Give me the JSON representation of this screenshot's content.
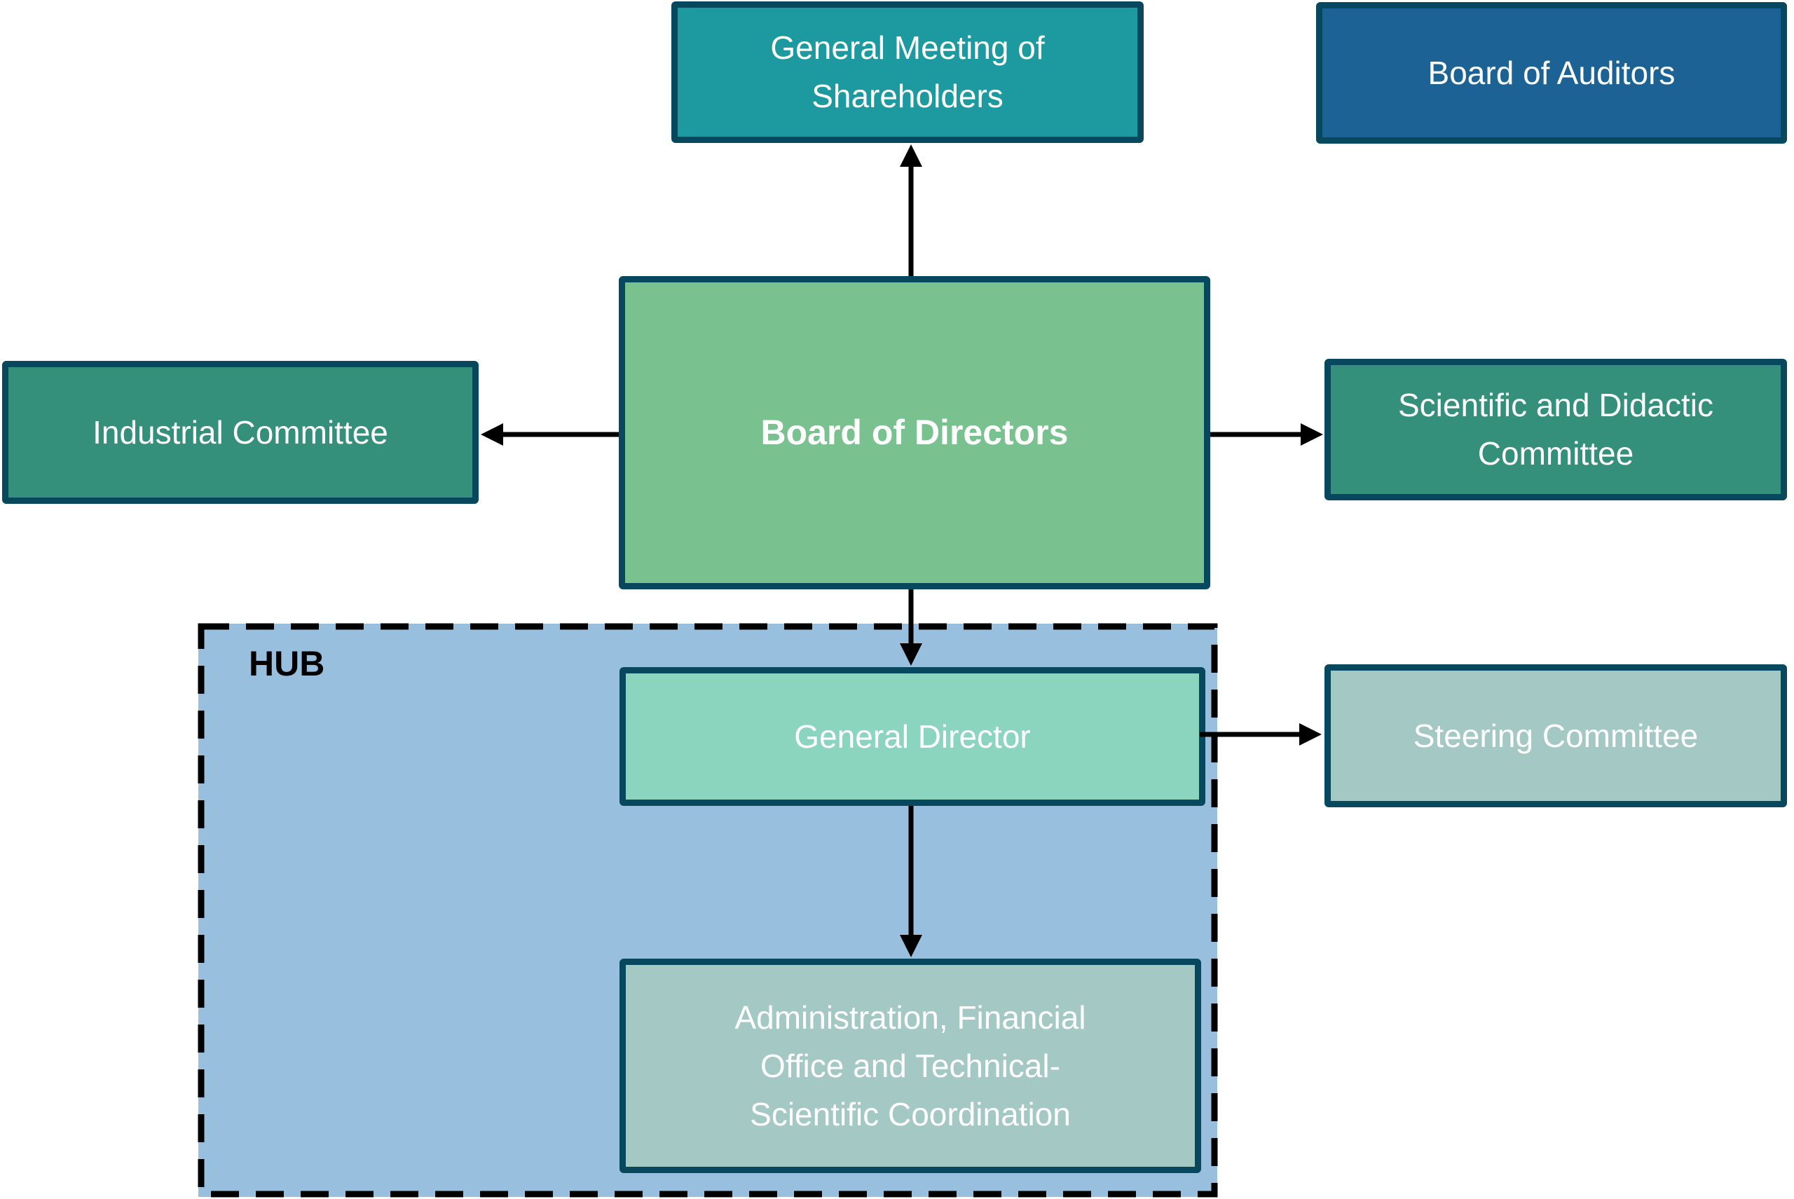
{
  "diagram": {
    "type": "org-chart",
    "background": "#FFFFFF",
    "arrow_color": "#000000",
    "border_color_default": "#07485E",
    "nodes": {
      "general_meeting": {
        "label": "General Meeting of Shareholders",
        "lines": [
          "General Meeting of",
          "Shareholders"
        ],
        "fill": "#1D9AA0",
        "text_color": "#FFFFFF"
      },
      "board_of_auditors": {
        "label": "Board of Auditors",
        "lines": [
          "Board of Auditors"
        ],
        "fill": "#1D6295",
        "text_color": "#FFFFFF"
      },
      "board_of_directors": {
        "label": "Board of Directors",
        "lines": [
          "Board of Directors"
        ],
        "fill": "#79C18E",
        "text_color": "#FFFFFF",
        "bold": true
      },
      "industrial_committee": {
        "label": "Industrial Committee",
        "lines": [
          "Industrial Committee"
        ],
        "fill": "#35907B",
        "text_color": "#FFFFFF"
      },
      "scientific_didactic_committee": {
        "label": "Scientific and Didactic Committee",
        "lines": [
          "Scientific and Didactic",
          "Committee"
        ],
        "fill": "#35907B",
        "text_color": "#FFFFFF"
      },
      "hub": {
        "label": "HUB",
        "fill": "#98BFDE",
        "border_style": "dashed",
        "border_color": "#000000",
        "text_color": "#000000"
      },
      "general_director": {
        "label": "General Director",
        "lines": [
          "General Director"
        ],
        "fill": "#8BD5BF",
        "text_color": "#FFFFFF"
      },
      "steering_committee": {
        "label": "Steering Committee",
        "lines": [
          "Steering Committee"
        ],
        "fill": "#A4C8C4",
        "text_color": "#FFFFFF"
      },
      "administration": {
        "label": "Administration, Financial Office and Technical-Scientific Coordination",
        "lines": [
          "Administration, Financial",
          "Office and Technical-",
          "Scientific Coordination"
        ],
        "fill": "#A4C8C4",
        "text_color": "#FFFFFF"
      }
    },
    "connections": [
      {
        "from": "board_of_directors",
        "to": "general_meeting",
        "direction": "up"
      },
      {
        "from": "board_of_directors",
        "to": "industrial_committee",
        "direction": "left"
      },
      {
        "from": "board_of_directors",
        "to": "scientific_didactic_committee",
        "direction": "right"
      },
      {
        "from": "board_of_directors",
        "to": "general_director",
        "direction": "down"
      },
      {
        "from": "general_director",
        "to": "steering_committee",
        "direction": "right"
      },
      {
        "from": "general_director",
        "to": "administration",
        "direction": "down"
      },
      {
        "container": "hub",
        "contains": [
          "general_director",
          "administration"
        ]
      }
    ]
  }
}
